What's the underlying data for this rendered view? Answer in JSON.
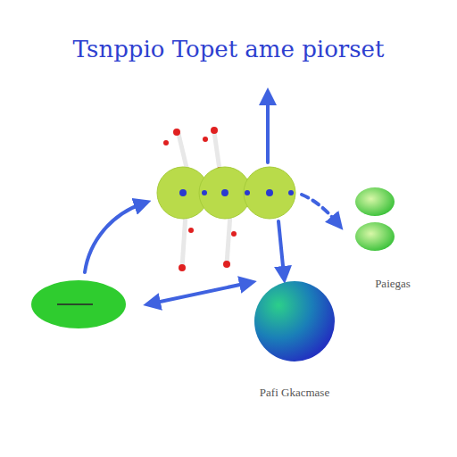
{
  "diagram": {
    "title": "Tsnppio Topet ame piorset",
    "labels": [
      "Paiegas",
      "Pafi Gkacmase"
    ]
  }
}
